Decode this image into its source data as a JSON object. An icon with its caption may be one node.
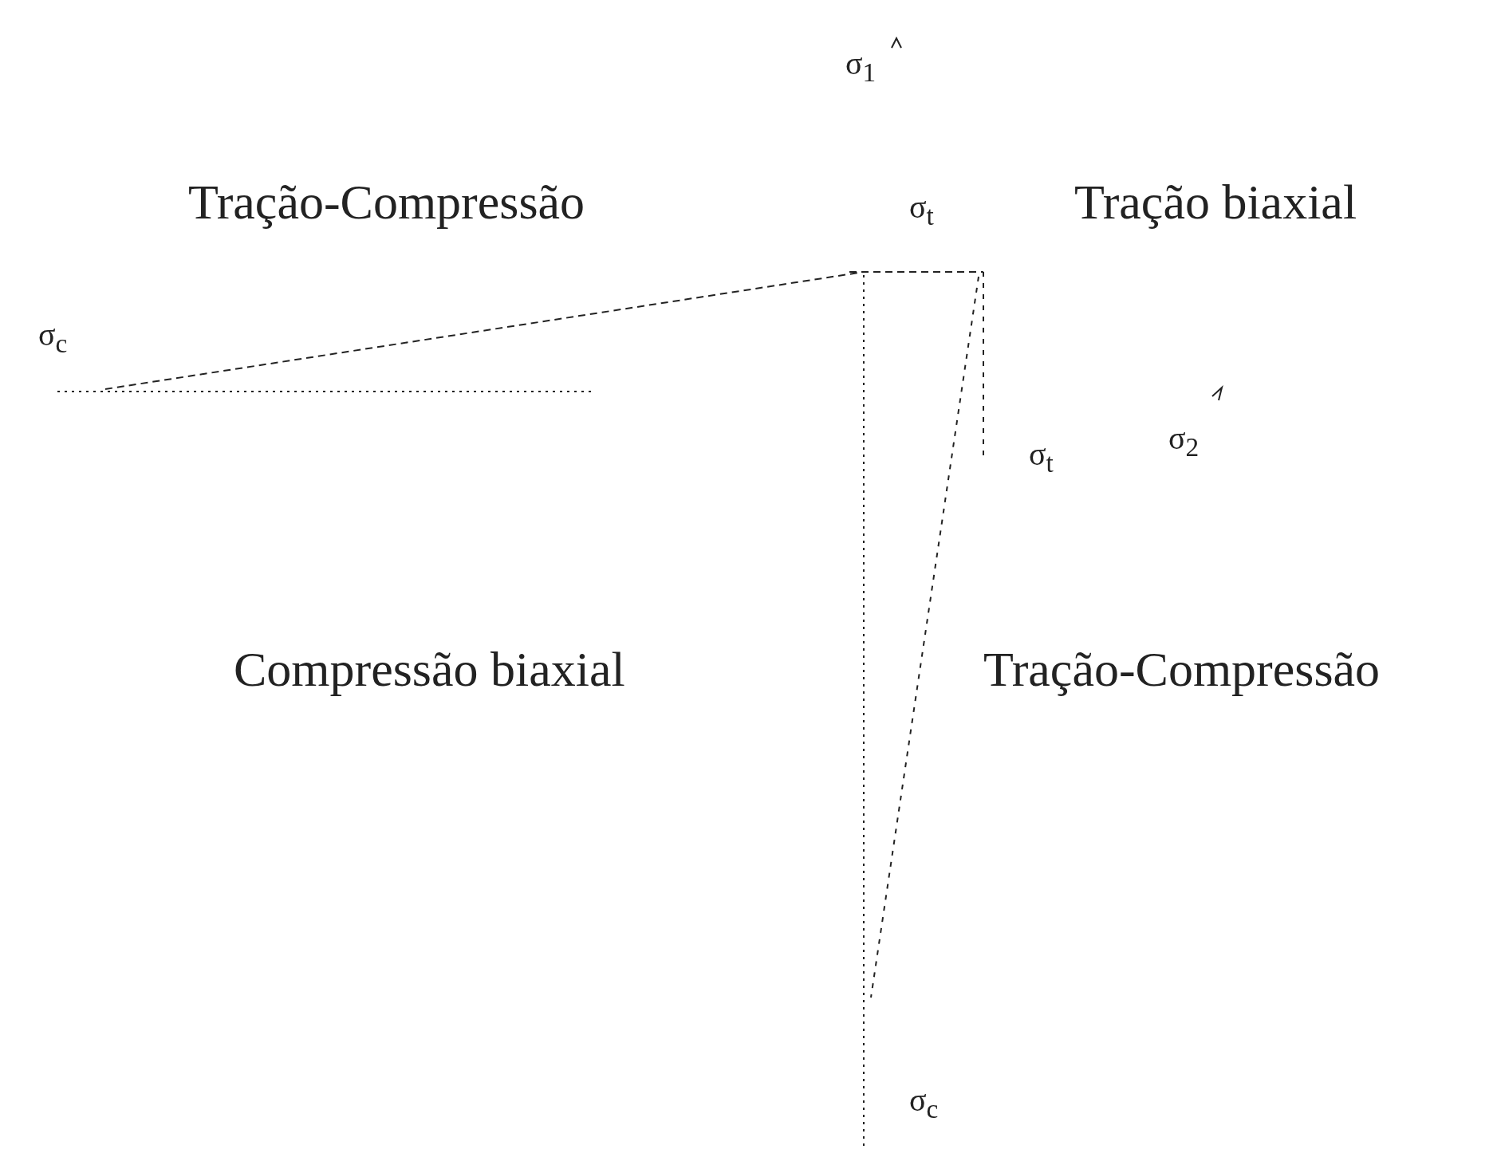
{
  "diagram": {
    "labels": [
      "σ$_{1}$",
      "Tração-Compressão",
      "Tração biaxial",
      "σ$_{t}$",
      "σ$_{c}$",
      "σ$_{t}$",
      "σ$_{2}$",
      "Compressão biaxial",
      "Tração-Compressão",
      "σ$_{c}$"
    ]
  }
}
